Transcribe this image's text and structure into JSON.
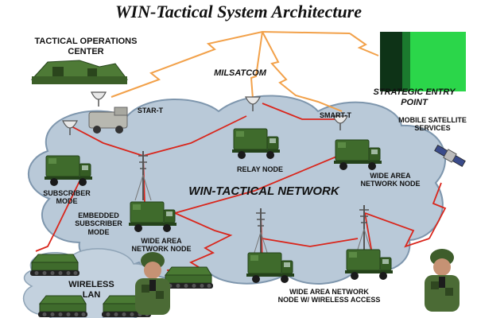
{
  "title": "WIN-Tactical System Architecture",
  "labels": {
    "toc": "TACTICAL OPERATIONS\nCENTER",
    "milsatcom": "MILSATCOM",
    "star_t": "STAR-T",
    "strategic_entry": "STRATEGIC ENTRY\nPOINT",
    "smart_t": "SMART-T",
    "mobile_sat": "MOBILE SATELLITE\nSERVICES",
    "relay_node": "RELAY NODE",
    "wan_node_right": "WIDE AREA\nNETWORK NODE",
    "subscriber_mode": "SUBSCRIBER\nMODE",
    "network": "WIN-TACTICAL NETWORK",
    "embedded": "EMBEDDED\nSUBSCRIBER\nMODE",
    "wan_node_center": "WIDE AREA\nNETWORK NODE",
    "wireless_lan": "WIRELESS\nLAN",
    "wan_wireless": "WIDE AREA NETWORK\nNODE W/ WIRELESS ACCESS"
  },
  "colors": {
    "cloud": "#b9c9d8",
    "cloud_edge": "#7e96ad",
    "vehicle": "#3f6b2c",
    "vehicle_dark": "#24421a",
    "link": "#d9261c",
    "satlink": "#f2a14a"
  },
  "icons": [
    "satellite-icon",
    "antenna-mast-icon",
    "truck-shelter-icon",
    "tracked-vehicle-icon",
    "soldier-icon",
    "satellite-dish-icon"
  ]
}
